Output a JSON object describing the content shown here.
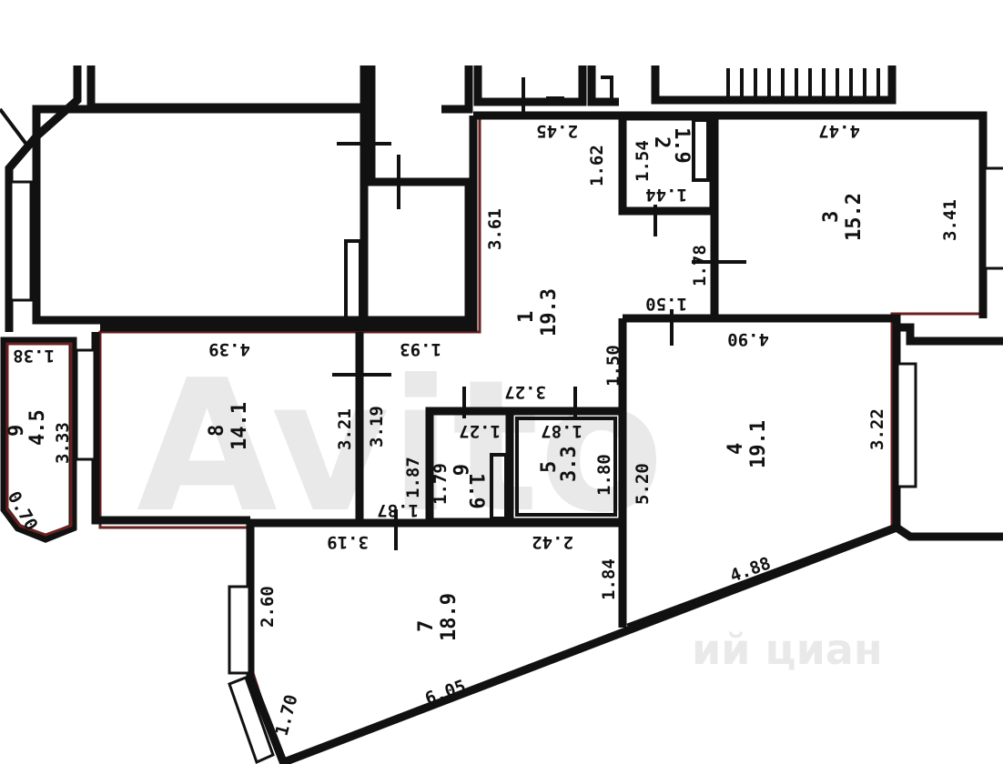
{
  "watermark": {
    "brand": "Avito",
    "bottom": "ий циан"
  },
  "rooms": [
    {
      "id": "1",
      "area": "19.3"
    },
    {
      "id": "2",
      "area": "1.9"
    },
    {
      "id": "3",
      "area": "15.2"
    },
    {
      "id": "4",
      "area": "19.1"
    },
    {
      "id": "5",
      "area": "3.3"
    },
    {
      "id": "6",
      "area": "1.9"
    },
    {
      "id": "7",
      "area": "18.9"
    },
    {
      "id": "8",
      "area": "14.1"
    },
    {
      "id": "9",
      "area": "4.5"
    }
  ],
  "dimensions": {
    "d245": "2.45",
    "d162": "1.62",
    "d154": "1.54",
    "d144": "1.44",
    "d447": "4.47",
    "d341": "3.41",
    "d361": "3.61",
    "d178": "1.78",
    "d150a": "1.50",
    "d490": "4.90",
    "d439": "4.39",
    "d193": "1.93",
    "d321": "3.21",
    "d319": "3.19",
    "d327": "3.27",
    "d150b": "1.50",
    "d138": "1.38",
    "d333": "3.33",
    "d070": "0.70",
    "d187a": "1.87",
    "d127": "1.27",
    "d187b": "1.87",
    "d179": "1.79",
    "d180": "1.80",
    "d187c": "1.87",
    "d520": "5.20",
    "d322": "3.22",
    "d319b": "3.19",
    "d242": "2.42",
    "d184": "1.84",
    "d488": "4.88",
    "d260": "2.60",
    "d605": "6.05",
    "d170": "1.70"
  }
}
